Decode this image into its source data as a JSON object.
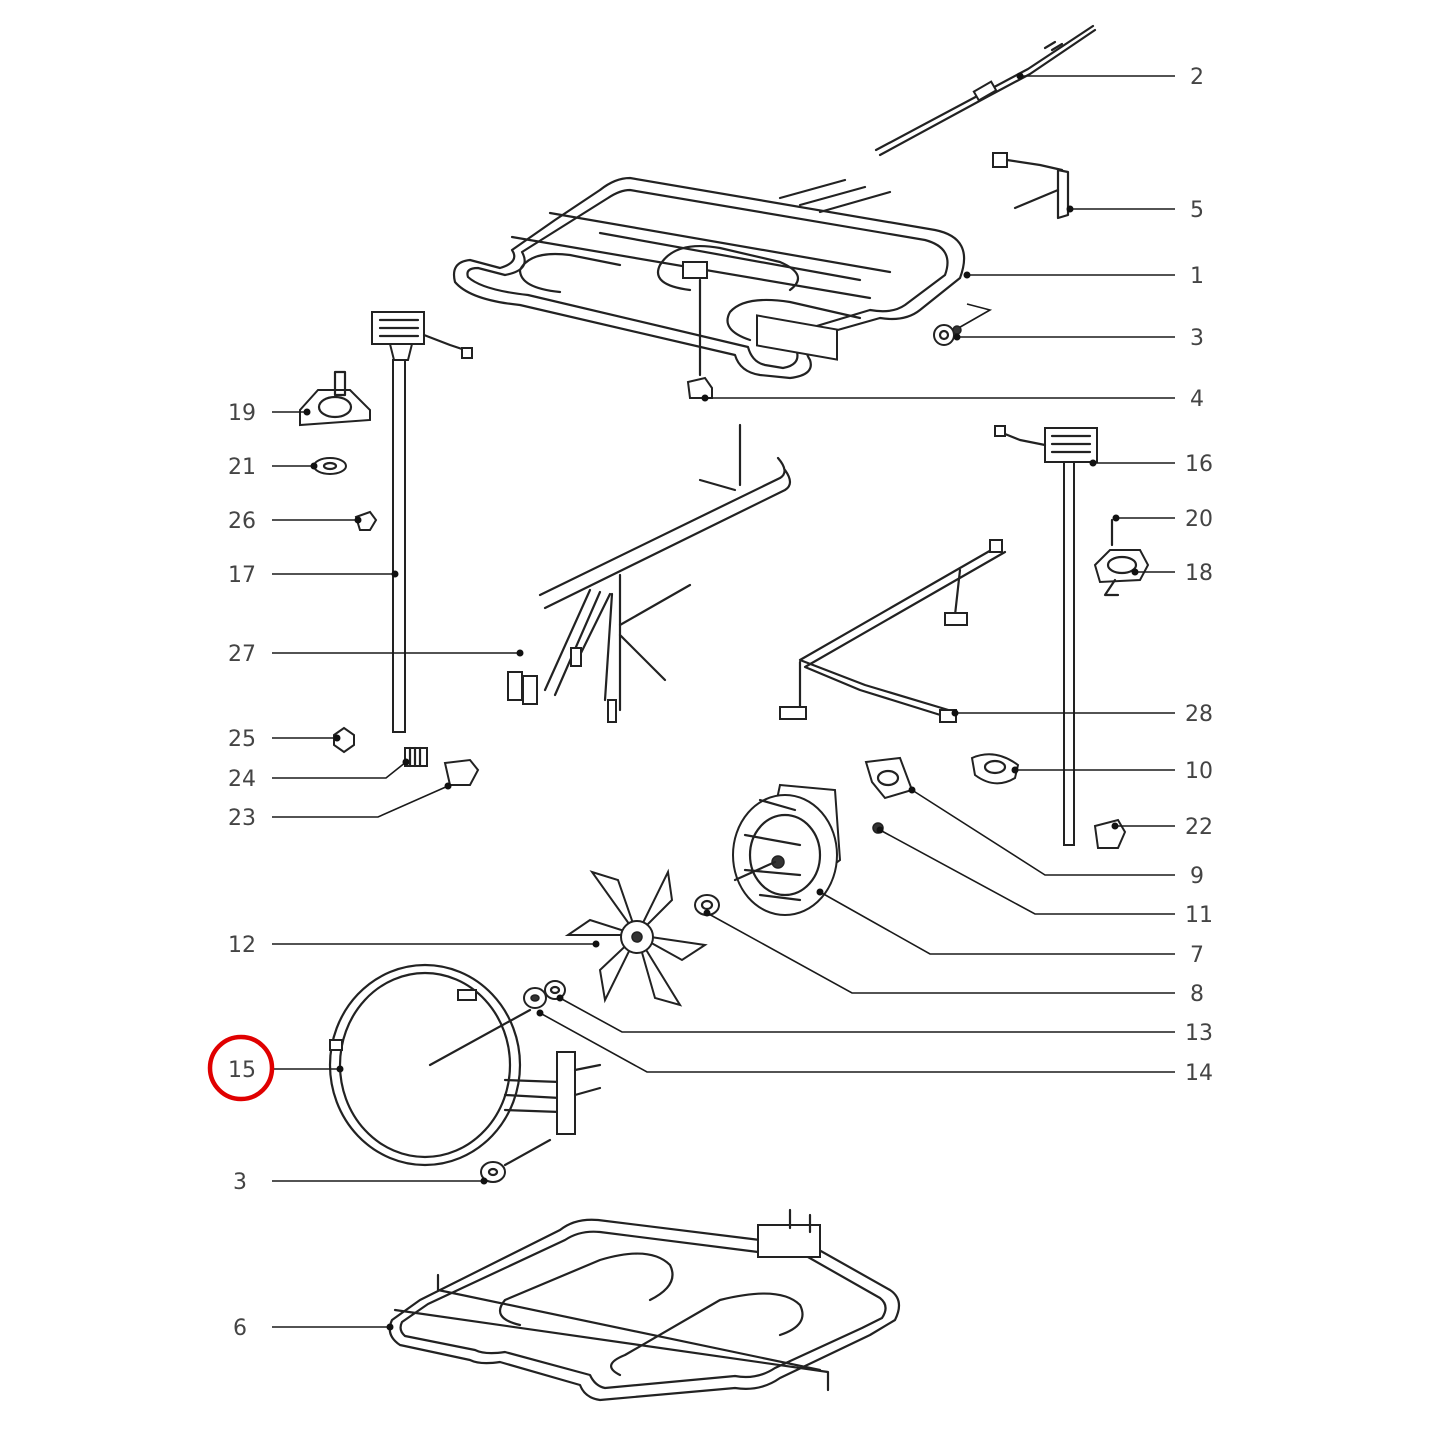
{
  "diagram": {
    "callouts": [
      {
        "id": "c2",
        "label": "2"
      },
      {
        "id": "c5",
        "label": "5"
      },
      {
        "id": "c1",
        "label": "1"
      },
      {
        "id": "c3a",
        "label": "3"
      },
      {
        "id": "c4",
        "label": "4"
      },
      {
        "id": "c16",
        "label": "16"
      },
      {
        "id": "c20",
        "label": "20"
      },
      {
        "id": "c18",
        "label": "18"
      },
      {
        "id": "c28",
        "label": "28"
      },
      {
        "id": "c10",
        "label": "10"
      },
      {
        "id": "c22",
        "label": "22"
      },
      {
        "id": "c9",
        "label": "9"
      },
      {
        "id": "c11",
        "label": "11"
      },
      {
        "id": "c7",
        "label": "7"
      },
      {
        "id": "c8",
        "label": "8"
      },
      {
        "id": "c13",
        "label": "13"
      },
      {
        "id": "c14",
        "label": "14"
      },
      {
        "id": "c19",
        "label": "19"
      },
      {
        "id": "c21",
        "label": "21"
      },
      {
        "id": "c26",
        "label": "26"
      },
      {
        "id": "c17",
        "label": "17"
      },
      {
        "id": "c27",
        "label": "27"
      },
      {
        "id": "c25",
        "label": "25"
      },
      {
        "id": "c24",
        "label": "24"
      },
      {
        "id": "c23",
        "label": "23"
      },
      {
        "id": "c12",
        "label": "12"
      },
      {
        "id": "c15",
        "label": "15"
      },
      {
        "id": "c3b",
        "label": "3"
      },
      {
        "id": "c6",
        "label": "6"
      }
    ],
    "highlighted": "15",
    "highlight_color": "#e00000",
    "line_color": "#222222"
  }
}
